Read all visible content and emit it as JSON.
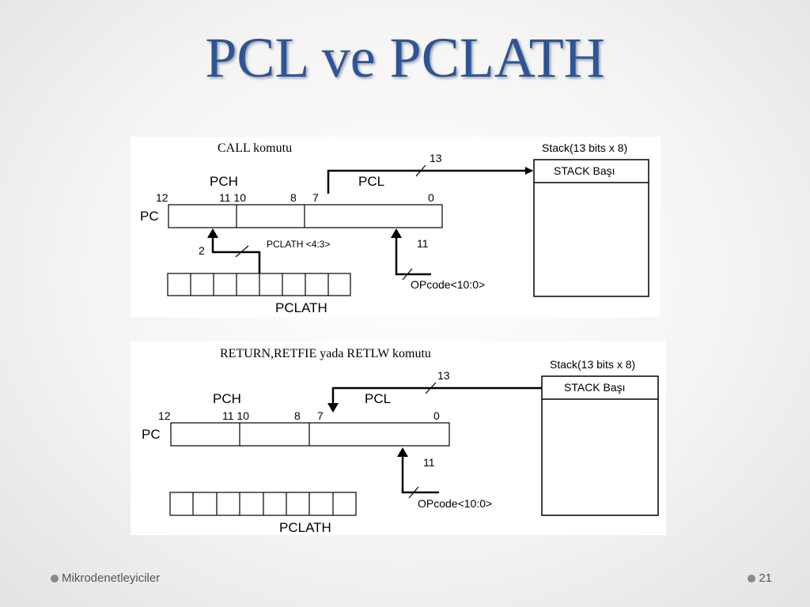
{
  "slide": {
    "title": "PCL ve PCLATH",
    "footer_left": "Mikrodenetleyiciler",
    "page_number": "21"
  },
  "call_diagram": {
    "heading": "CALL komutu",
    "stack_label": "Stack(13 bits x 8)",
    "stack_top": "STACK Başı",
    "pch_label": "PCH",
    "pcl_label": "PCL",
    "pc_label": "PC",
    "bit_12": "12",
    "bit_11_10": "11 10",
    "bit_8": "8",
    "bit_7": "7",
    "bit_0": "0",
    "bus_13": "13",
    "bus_2": "2",
    "bus_11": "11",
    "pclath_bits": "PCLATH <4:3>",
    "opcode": "OPcode<10:0>",
    "pclath_label": "PCLATH"
  },
  "return_diagram": {
    "heading": "RETURN,RETFIE yada RETLW komutu",
    "stack_label": "Stack(13 bits x 8)",
    "stack_top": "STACK Başı",
    "pch_label": "PCH",
    "pcl_label": "PCL",
    "pc_label": "PC",
    "bit_12": "12",
    "bit_11_10": "11 10",
    "bit_8": "8",
    "bit_7": "7",
    "bit_0": "0",
    "bus_13": "13",
    "bus_11": "11",
    "opcode": "OPcode<10:0>",
    "pclath_label": "PCLATH"
  }
}
